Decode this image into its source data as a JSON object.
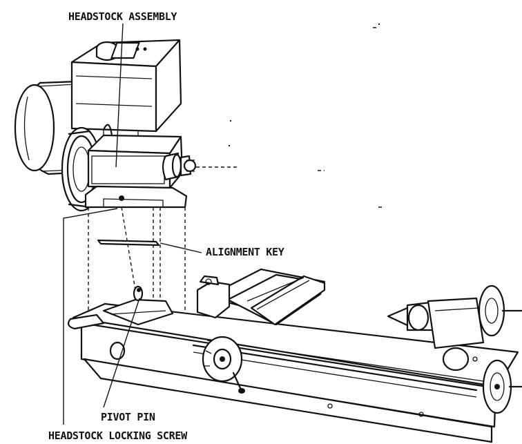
{
  "labels": {
    "headstock_assembly": "HEADSTOCK ASSEMBLY",
    "alignment_key": "ALIGNMENT KEY",
    "pivot_pin": "PIVOT PIN",
    "headstock_locking_screw": "HEADSTOCK LOCKING SCREW"
  }
}
